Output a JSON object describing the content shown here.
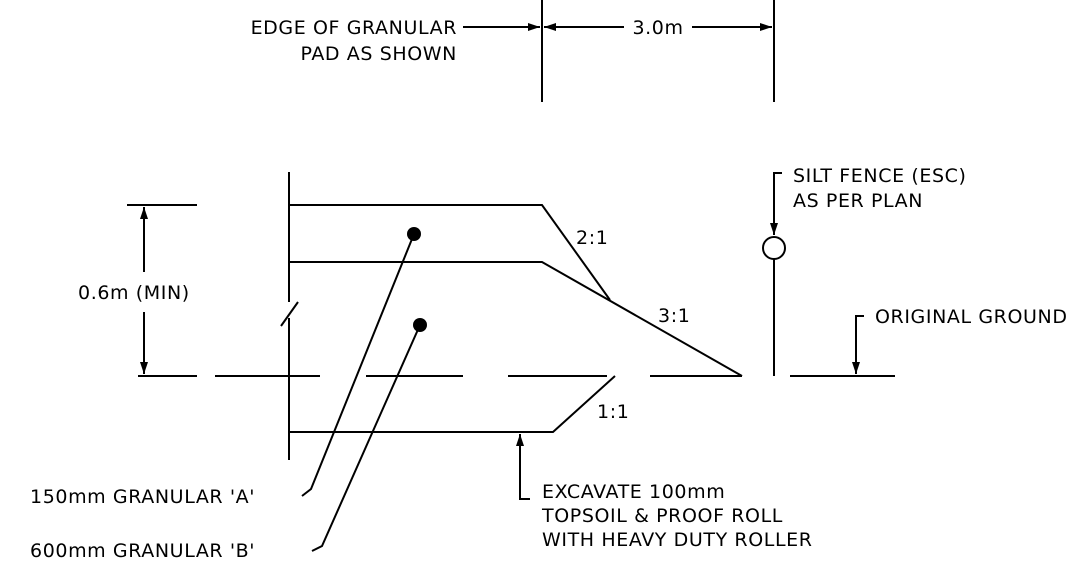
{
  "labels": {
    "edge_line1": "EDGE OF GRANULAR",
    "edge_line2": "PAD AS SHOWN",
    "dim_width": "3.0m",
    "dim_height": "0.6m (MIN)",
    "silt_line1": "SILT FENCE (ESC)",
    "silt_line2": "AS PER PLAN",
    "slope_top": "2:1",
    "slope_mid": "3:1",
    "slope_bottom": "1:1",
    "original_ground": "ORIGINAL GROUND",
    "excavate_line1": "EXCAVATE 100mm",
    "excavate_line2": "TOPSOIL & PROOF ROLL",
    "excavate_line3": "WITH HEAVY DUTY ROLLER",
    "granular_a": "150mm GRANULAR 'A'",
    "granular_b": "600mm GRANULAR 'B'"
  },
  "colors": {
    "line": "#000000",
    "background": "#ffffff"
  }
}
